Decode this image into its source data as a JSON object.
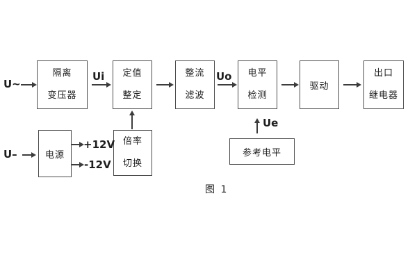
{
  "figure": {
    "caption": "图 1"
  },
  "blocks": {
    "isolation_transformer": {
      "line1": "隔离",
      "line2": "变压器"
    },
    "setting_adjust": {
      "line1": "定值",
      "line2": "整定"
    },
    "rectifier_filter": {
      "line1": "整流",
      "line2": "滤波"
    },
    "level_detect": {
      "line1": "电平",
      "line2": "检测"
    },
    "driver": {
      "label": "驱动"
    },
    "output_relay": {
      "line1": "出口",
      "line2": "继电器"
    },
    "power_supply": {
      "label": "电源"
    },
    "ratio_switch": {
      "line1": "倍率",
      "line2": "切换"
    },
    "reference_level": {
      "label": "参考电平"
    }
  },
  "signals": {
    "ac_input": "U~",
    "dc_input": "U–",
    "ui": "Ui",
    "uo": "Uo",
    "ue": "Ue",
    "plus12v": "+12V",
    "minus12v": "-12V"
  },
  "colors": {
    "line": "#3c3c3c",
    "border": "#4a4a4a",
    "text": "#1e1e1e",
    "background": "#ffffff"
  }
}
